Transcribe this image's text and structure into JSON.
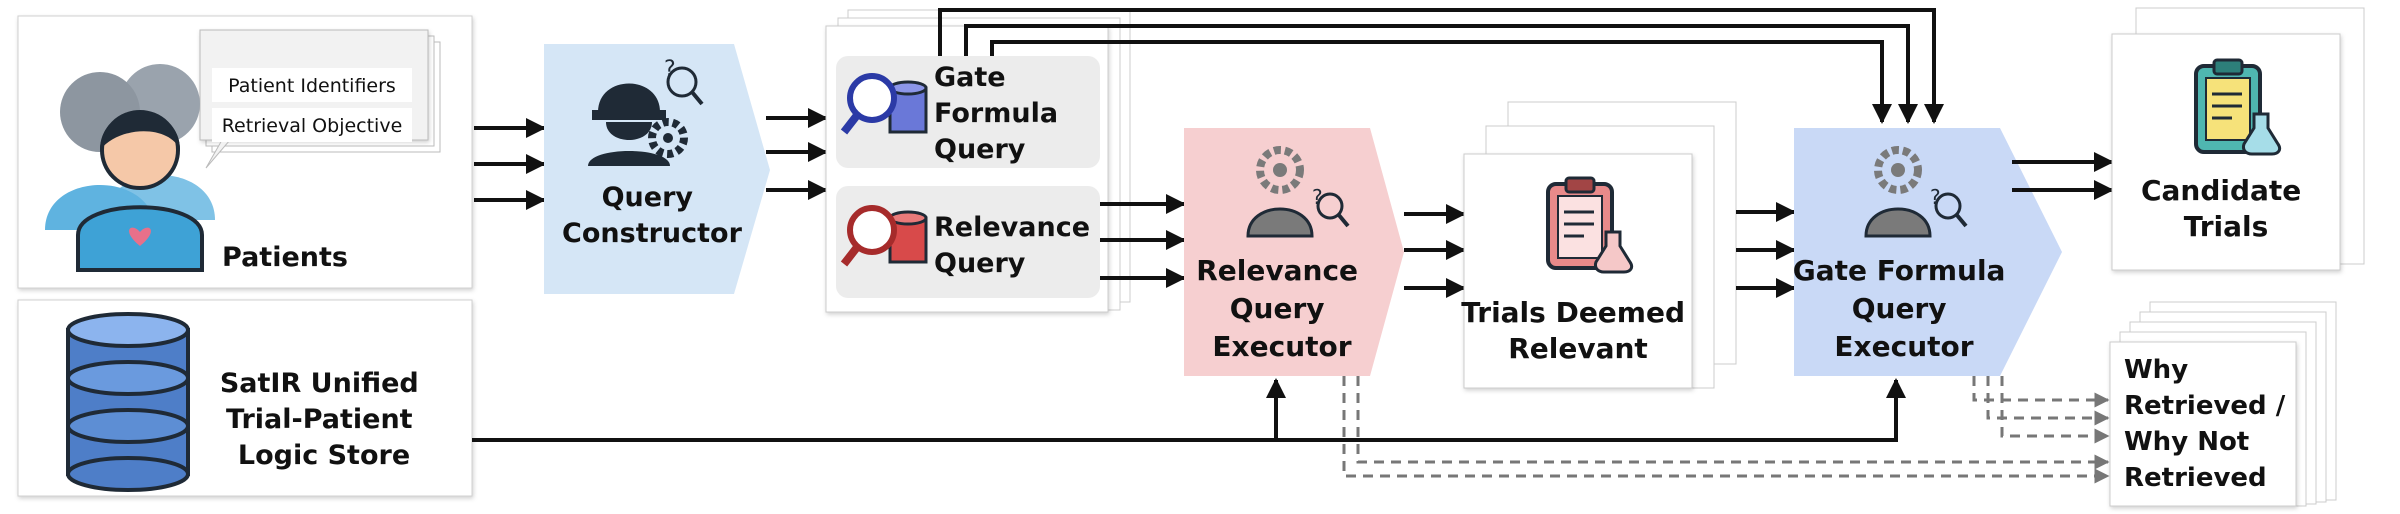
{
  "patients": {
    "label": "Patients",
    "bubble_items": [
      "Patient Identifiers",
      "Retrieval Objective"
    ]
  },
  "store": {
    "lines": [
      "SatIR Unified",
      "Trial-Patient",
      "Logic Store"
    ]
  },
  "query_constructor": {
    "lines": [
      "Query",
      "Constructor"
    ]
  },
  "gate_query": {
    "lines": [
      "Gate",
      "Formula",
      "Query"
    ]
  },
  "relevance_query": {
    "lines": [
      "Relevance",
      "Query"
    ]
  },
  "relevance_executor": {
    "lines": [
      "Relevance",
      "Query",
      "Executor"
    ]
  },
  "trials_relevant": {
    "lines": [
      "Trials Deemed",
      "Relevant"
    ]
  },
  "gate_executor": {
    "lines": [
      "Gate Formula",
      "Query",
      "Executor"
    ]
  },
  "candidate_trials": {
    "lines": [
      "Candidate",
      "Trials"
    ]
  },
  "why_retrieved": {
    "lines": [
      "Why",
      "Retrieved /",
      "Why Not",
      "Retrieved"
    ]
  },
  "colors": {
    "constructor_fill": "#d5e6f6",
    "relevance_exec_fill": "#f6cfd0",
    "gate_exec_fill": "#c9d9f6",
    "query_box_fill": "#ececec",
    "icon_dark": "#1f2a36",
    "patient_blue": "#3ea2d6",
    "db_blue": "#4e7ec8"
  }
}
